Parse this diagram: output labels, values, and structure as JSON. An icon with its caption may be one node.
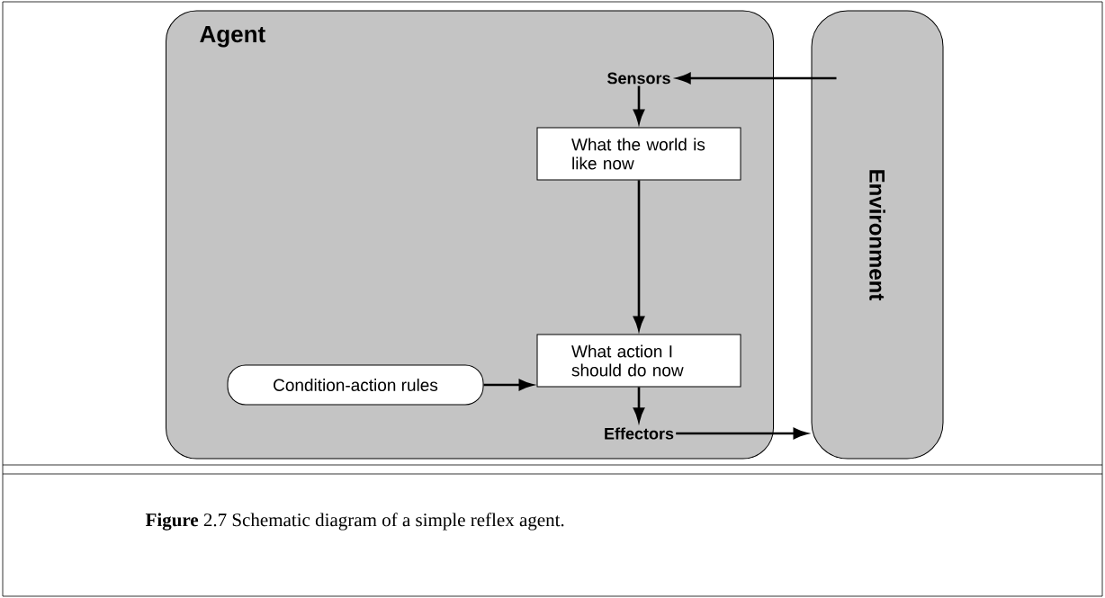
{
  "diagram": {
    "caption": "**Figure** 2.7 Schematic diagram of a simple reflex agent.",
    "nodes": [
      {
        "text": [
          "Agent"
        ]
      },
      {
        "text": [
          "Sensors"
        ],
        "in": 0
      },
      {
        "text": [
          "What the world is like now"
        ],
        "in": 0
      },
      {
        "text": [
          "Condition-action rules"
        ],
        "in": 0
      },
      {
        "text": [
          "What action I should do now"
        ],
        "in": 0
      },
      {
        "text": [
          "Effectors"
        ],
        "in": 0
      },
      {
        "text": [
          "Environment"
        ]
      }
    ],
    "edges": [
      {
        "from": 6,
        "to": 1,
        "arrow": "to"
      },
      {
        "from": 1,
        "to": 2,
        "arrow": "to"
      },
      {
        "from": 2,
        "to": 4,
        "arrow": "to"
      },
      {
        "from": 3,
        "to": 4,
        "arrow": "to"
      },
      {
        "from": 4,
        "to": 5,
        "arrow": "to"
      },
      {
        "from": 5,
        "to": 6,
        "arrow": "to"
      }
    ]
  }
}
